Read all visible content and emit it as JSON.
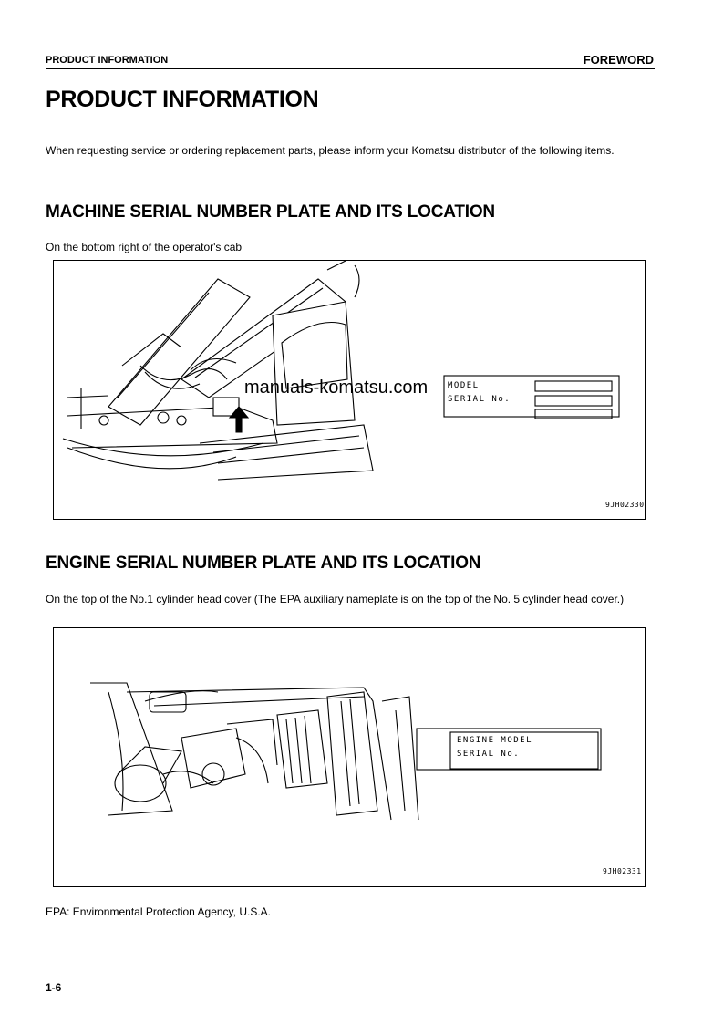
{
  "header": {
    "left": "PRODUCT INFORMATION",
    "right": "FOREWORD"
  },
  "page_title": "PRODUCT INFORMATION",
  "intro": "When requesting service or ordering replacement parts, please inform your Komatsu distributor of the following items.",
  "machine_section": {
    "title": "MACHINE SERIAL NUMBER PLATE AND ITS LOCATION",
    "caption": "On the bottom right of the operator's cab",
    "plate_line1": "MODEL",
    "plate_line2": "SERIAL No.",
    "figure_code": "9JH02330"
  },
  "engine_section": {
    "title": "ENGINE SERIAL NUMBER PLATE AND ITS LOCATION",
    "caption": "On the top of the No.1 cylinder head cover (The EPA auxiliary nameplate is on the top of the No. 5 cylinder head cover.)",
    "plate_line1": "ENGINE MODEL",
    "plate_line2": "SERIAL No.",
    "figure_code": "9JH02331"
  },
  "watermark": "manuals-komatsu.com",
  "footnote": "EPA: Environmental Protection Agency, U.S.A.",
  "page_number": "1-6"
}
